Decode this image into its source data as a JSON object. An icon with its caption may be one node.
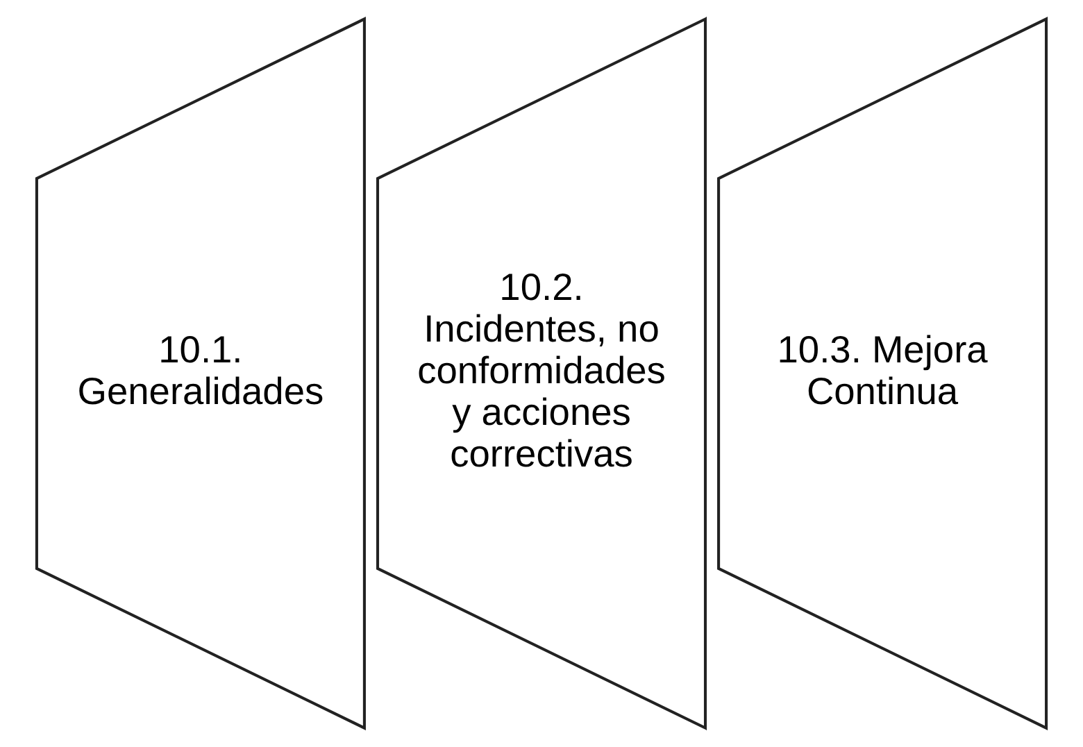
{
  "diagram": {
    "nodes": [
      {
        "text": [
          "10.1. Generalidades"
        ]
      },
      {
        "text": [
          "10.2. Incidentes, no conformidades y acciones correctivas"
        ]
      },
      {
        "text": [
          "10.3. Mejora Continua"
        ]
      }
    ]
  }
}
